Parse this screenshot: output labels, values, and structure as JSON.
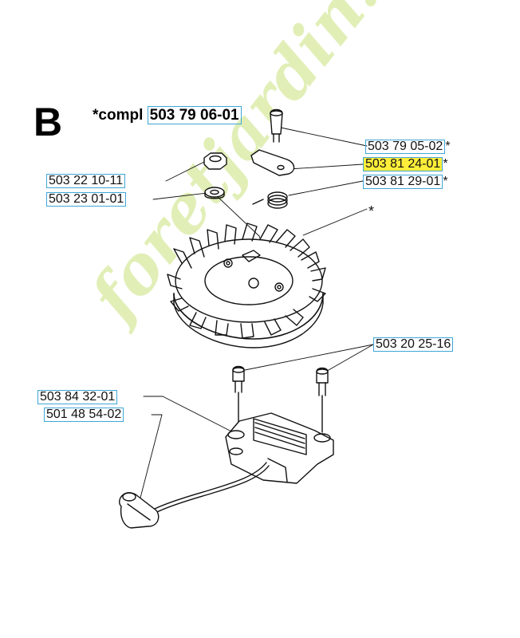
{
  "section_letter": "B",
  "compl": {
    "prefix": "*compl",
    "number": "503 79 06-01"
  },
  "parts": {
    "p1": {
      "number": "503 79 05-02",
      "suffix": "*"
    },
    "p2": {
      "number": "503 81 24-01",
      "suffix": "*"
    },
    "p3": {
      "number": "503 81 29-01",
      "suffix": "*"
    },
    "p4": {
      "number": "503 22 10-11",
      "suffix": ""
    },
    "p5": {
      "number": "503 23 01-01",
      "suffix": ""
    },
    "p6": {
      "number": "503 20 25-16",
      "suffix": ""
    },
    "p7": {
      "number": "503 84 32-01",
      "suffix": ""
    },
    "p8": {
      "number": "501 48 54-02",
      "suffix": ""
    }
  },
  "asterisk_note": "*",
  "watermark": "foretjardin.com",
  "colors": {
    "label_border": "#3fa6d6",
    "highlight": "#ffee3a",
    "watermark": "#d7ea9f"
  }
}
